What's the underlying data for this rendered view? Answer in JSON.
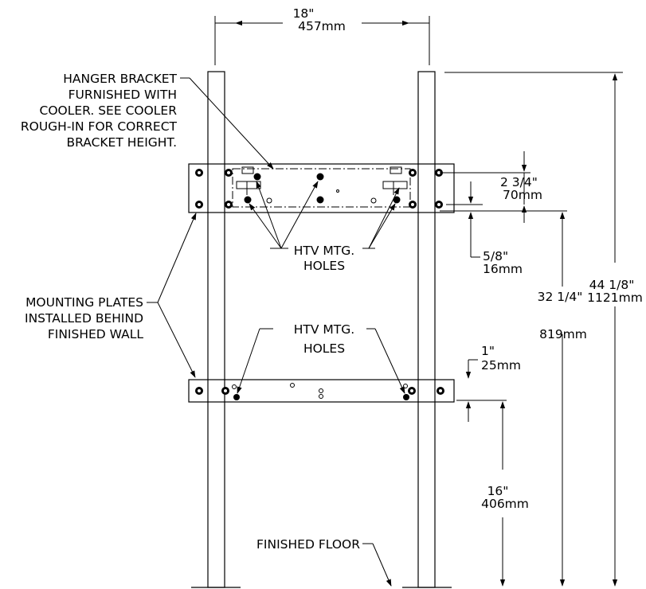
{
  "labels": {
    "hanger_bracket": [
      "HANGER BRACKET",
      "FURNISHED WITH",
      "COOLER. SEE COOLER",
      "ROUGH-IN FOR CORRECT",
      "BRACKET HEIGHT."
    ],
    "htv_upper": [
      "HTV MTG.",
      "HOLES"
    ],
    "htv_lower": [
      "HTV MTG.",
      "HOLES"
    ],
    "mounting_plates": [
      "MOUNTING PLATES",
      "INSTALLED BEHIND",
      "FINISHED WALL"
    ],
    "finished_floor": "FINISHED FLOOR"
  },
  "dimensions": {
    "width": {
      "in": "18\"",
      "mm": "457mm"
    },
    "upper_plate": {
      "in": "2 3/4\"",
      "mm": "70mm"
    },
    "gap": {
      "in": "5/8\"",
      "mm": "16mm"
    },
    "overall": {
      "in": "44 1/8\"",
      "mm": "1121mm"
    },
    "upper_height": {
      "in": "32 1/4\"",
      "mm": "819mm"
    },
    "lower_plate": {
      "in": "1\"",
      "mm": "25mm"
    },
    "lower_height": {
      "in": "16\"",
      "mm": "406mm"
    }
  }
}
